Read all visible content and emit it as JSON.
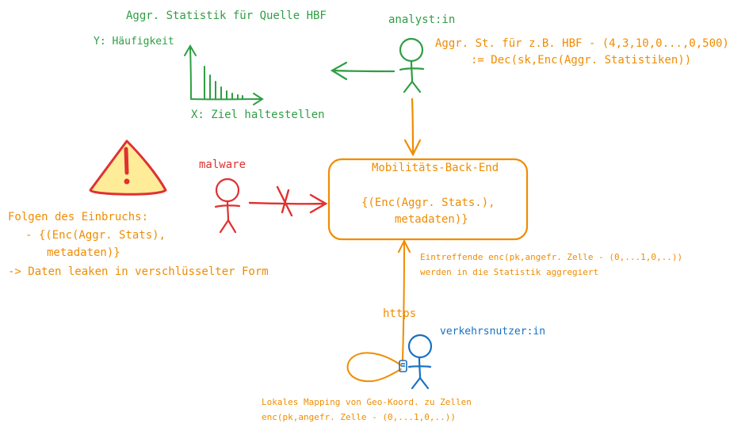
{
  "stats_panel": {
    "title": "Aggr. Statistik für Quelle HBF",
    "y_label": "Y: Häufigkeit",
    "x_label": "X: Ziel haltestellen"
  },
  "analyst": {
    "label": "analyst:in",
    "note_line1": "Aggr. St. für z.B. HBF - (4,3,10,0...,0,500)",
    "note_line2": ":= Dec(sk,Enc(Aggr. Statistiken))"
  },
  "backend": {
    "title": "Mobilitäts-Back-End",
    "content_line1": "{(Enc(Aggr. Stats.),",
    "content_line2": "metadaten)}"
  },
  "malware": {
    "label": "malware"
  },
  "breach": {
    "line1": "Folgen des Einbruchs:",
    "line2": "- {(Enc(Aggr. Stats),",
    "line3": "metadaten)}",
    "line4": "-> Daten leaken in verschlüsselter Form"
  },
  "incoming": {
    "line1": "Eintreffende enc(pk,angefr. Zelle - (0,...1,0,..))",
    "line2": "werden in die Statistik aggregiert"
  },
  "protocol": {
    "label": "https"
  },
  "user": {
    "label": "verkehrsnutzer:in"
  },
  "local_mapping": {
    "line1": "Lokales Mapping von Geo-Koord. zu Zellen",
    "line2": "enc(pk,angefr. Zelle - (0,...1,0,..))"
  },
  "colors": {
    "green": "#2f9e44",
    "orange": "#f08c00",
    "red": "#e03131",
    "blue": "#1971c2",
    "warning_fill": "#ffec99"
  },
  "icons": [
    "warning-icon",
    "stick-figure-icon",
    "phone-icon"
  ]
}
